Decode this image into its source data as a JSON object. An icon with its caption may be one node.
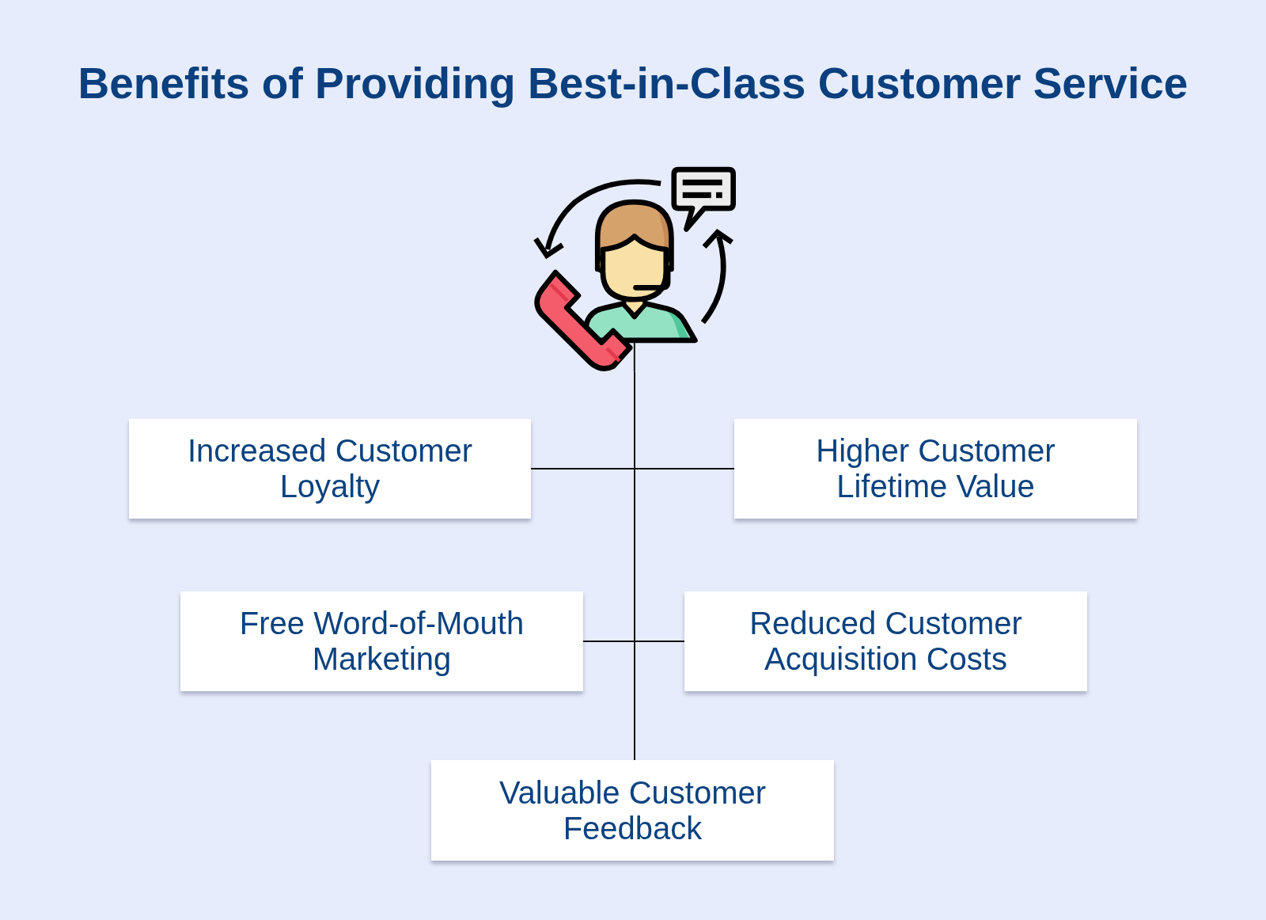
{
  "diagram": {
    "title": "Benefits of Providing Best-in-Class Customer Service",
    "nodes": [
      {
        "text": [],
        "shape": "picture"
      },
      {
        "text": [
          "Increased Customer Loyalty"
        ]
      },
      {
        "text": [
          "Higher Customer Lifetime Value"
        ]
      },
      {
        "text": [
          "Free Word-of-Mouth Marketing"
        ]
      },
      {
        "text": [
          "Reduced Customer Acquisition Costs"
        ]
      },
      {
        "text": [
          "Valuable Customer Feedback"
        ]
      }
    ],
    "edges": [
      {
        "from": 0,
        "to": 1,
        "arrow": "none"
      },
      {
        "from": 0,
        "to": 2,
        "arrow": "none"
      },
      {
        "from": 0,
        "to": 3,
        "arrow": "none"
      },
      {
        "from": 0,
        "to": 4,
        "arrow": "none"
      },
      {
        "from": 0,
        "to": 5,
        "arrow": "none"
      }
    ]
  }
}
